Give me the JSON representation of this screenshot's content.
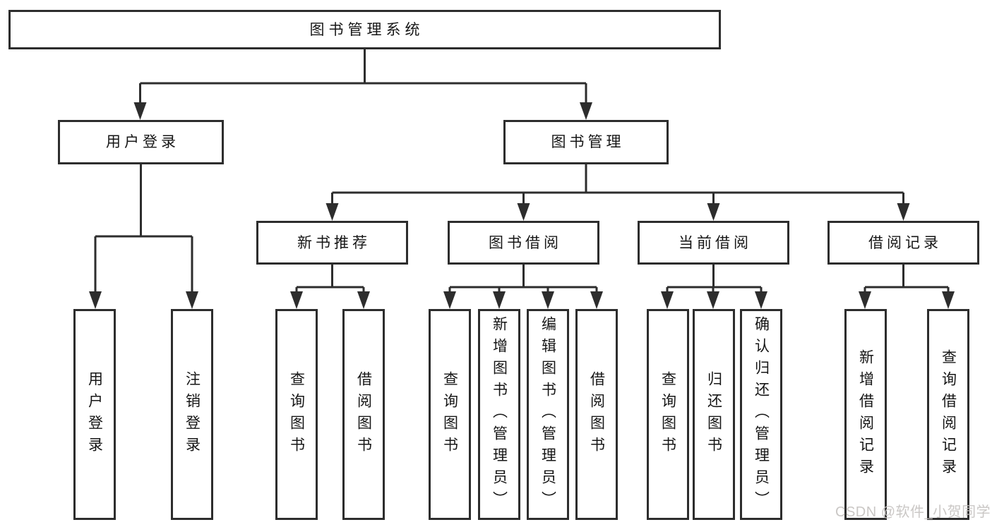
{
  "tree": {
    "root": {
      "label": "图书管理系统"
    },
    "branches": [
      {
        "label": "用户登录",
        "children": [
          {
            "label": "用户登录"
          },
          {
            "label": "注销登录"
          }
        ]
      },
      {
        "label": "图书管理",
        "children": [
          {
            "label": "新书推荐",
            "children": [
              {
                "label": "查询图书"
              },
              {
                "label": "借阅图书"
              }
            ]
          },
          {
            "label": "图书借阅",
            "children": [
              {
                "label": "查询图书"
              },
              {
                "label": "新增图书（管理员）"
              },
              {
                "label": "编辑图书（管理员）"
              },
              {
                "label": "借阅图书"
              }
            ]
          },
          {
            "label": "当前借阅",
            "children": [
              {
                "label": "查询图书"
              },
              {
                "label": "归还图书"
              },
              {
                "label": "确认归还（管理员）"
              }
            ]
          },
          {
            "label": "借阅记录",
            "children": [
              {
                "label": "新增借阅记录"
              },
              {
                "label": "查询借阅记录"
              }
            ]
          }
        ]
      }
    ]
  },
  "watermark": "CSDN @软件_小贺同学",
  "colors": {
    "line": "#2d2d2d",
    "text": "#161616",
    "watermark": "#c6c3c1",
    "background": "#ffffff"
  }
}
